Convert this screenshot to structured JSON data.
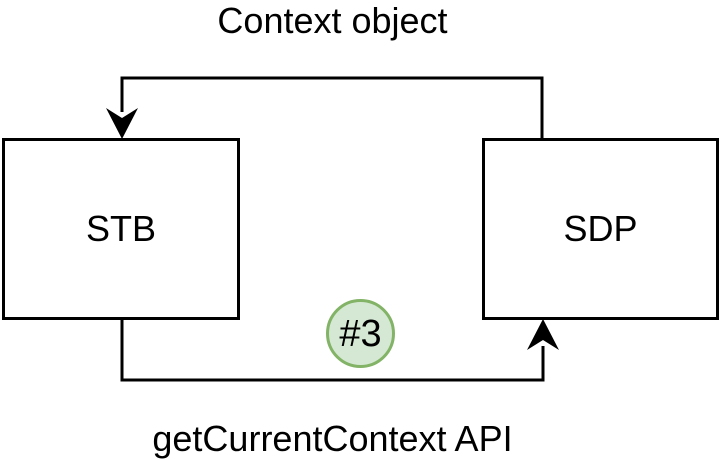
{
  "diagram": {
    "nodes": [
      {
        "id": "stb",
        "label": "STB"
      },
      {
        "id": "sdp",
        "label": "SDP"
      }
    ],
    "edges": [
      {
        "from": "SDP",
        "to": "STB",
        "position": "top",
        "label": "Context object"
      },
      {
        "from": "STB",
        "to": "SDP",
        "position": "bottom",
        "label": "getCurrentContext API"
      }
    ],
    "badge": {
      "label": "#3"
    },
    "colors": {
      "line": "#000000",
      "text": "#000000",
      "node_fill": "#ffffff",
      "node_stroke": "#000000",
      "badge_fill": "#d5e8d4",
      "badge_stroke": "#82b366"
    }
  }
}
